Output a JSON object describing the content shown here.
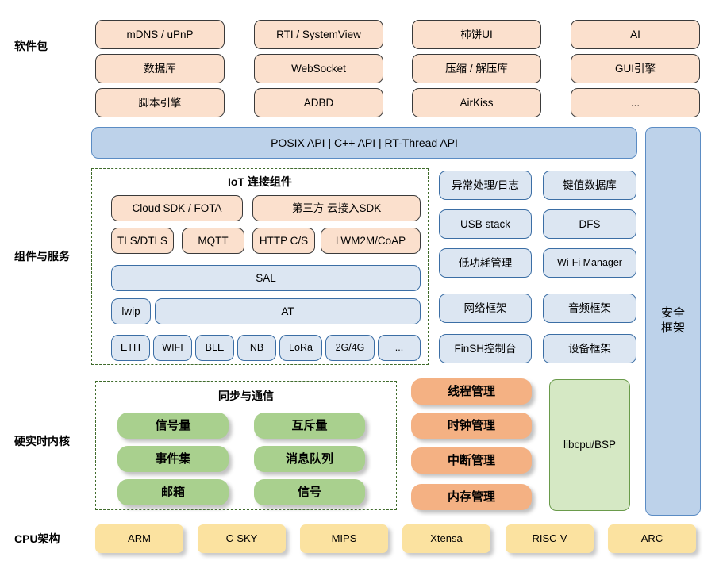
{
  "diagram": {
    "title": "RT-Thread Architecture Diagram",
    "colors": {
      "peach": "#fbe0cd",
      "light_blue": "#dce6f2",
      "big_blue": "#bdd2ea",
      "green": "#a9d08e",
      "orange": "#f4b183",
      "green_box": "#d5e8c4",
      "yellow": "#fbe2a0",
      "dashed_border": "#3f6b2b"
    }
  },
  "row_labels": {
    "software_packages": "软件包",
    "components_services": "组件与服务",
    "hard_realtime_kernel": "硬实时内核",
    "cpu_architecture": "CPU架构"
  },
  "software_packages": {
    "columns": [
      [
        "mDNS / uPnP",
        "数据库",
        "脚本引擎"
      ],
      [
        "RTI / SystemView",
        "WebSocket",
        "ADBD"
      ],
      [
        "柿饼UI",
        "压缩 / 解压库",
        "AirKiss"
      ],
      [
        "AI",
        "GUI引擎",
        "..."
      ]
    ]
  },
  "api_bar": {
    "label": "POSIX API  |  C++ API  |  RT-Thread API"
  },
  "security_framework": {
    "label": "安全\n框架",
    "line1": "安全",
    "line2": "框架"
  },
  "iot_group": {
    "title": "IoT 连接组件",
    "row1": [
      "Cloud SDK / FOTA",
      "第三方 云接入SDK"
    ],
    "row2": [
      "TLS/DTLS",
      "MQTT",
      "HTTP C/S",
      "LWM2M/CoAP"
    ],
    "row3": [
      "SAL"
    ],
    "row4": [
      "lwip",
      "AT"
    ],
    "row5": [
      "ETH",
      "WIFI",
      "BLE",
      "NB",
      "LoRa",
      "2G/4G",
      "..."
    ]
  },
  "services": {
    "column1": [
      "异常处理/日志",
      "USB stack",
      "低功耗管理",
      "网络框架",
      "FinSH控制台"
    ],
    "column2": [
      "键值数据库",
      "DFS",
      "Wi-Fi Manager",
      "音频框架",
      "设备框架"
    ]
  },
  "kernel": {
    "sync_group_title": "同步与通信",
    "sync_column1": [
      "信号量",
      "事件集",
      "邮箱"
    ],
    "sync_column2": [
      "互斥量",
      "消息队列",
      "信号"
    ],
    "management": [
      "线程管理",
      "时钟管理",
      "中断管理",
      "内存管理"
    ],
    "libcpu": "libcpu/BSP"
  },
  "cpu_architectures": [
    "ARM",
    "C-SKY",
    "MIPS",
    "Xtensa",
    "RISC-V",
    "ARC"
  ]
}
